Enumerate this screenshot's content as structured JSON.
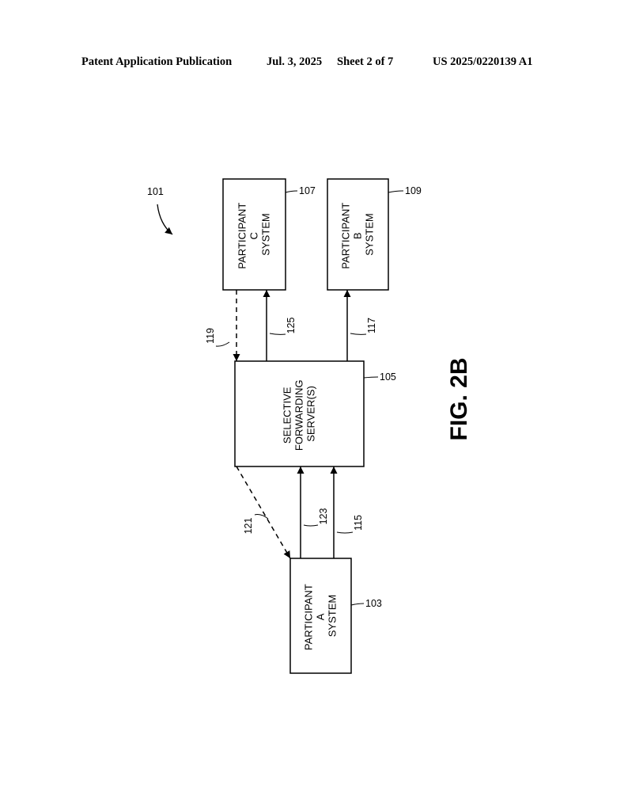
{
  "header": {
    "publication": "Patent Application Publication",
    "date": "Jul. 3, 2025",
    "sheet": "Sheet 2 of 7",
    "number": "US 2025/0220139 A1"
  },
  "diagram": {
    "figure_label": "FIG. 2B",
    "overall_ref": "101",
    "boxes": {
      "participant_c": {
        "lines": [
          "PARTICIPANT",
          "C",
          "SYSTEM"
        ],
        "ref": "107"
      },
      "participant_b": {
        "lines": [
          "PARTICIPANT",
          "B",
          "SYSTEM"
        ],
        "ref": "109"
      },
      "server": {
        "lines": [
          "SELECTIVE",
          "FORWARDING",
          "SERVER(S)"
        ],
        "ref": "105"
      },
      "participant_a": {
        "lines": [
          "PARTICIPANT",
          "A",
          "SYSTEM"
        ],
        "ref": "103"
      }
    },
    "connections": {
      "c_to_server_dashed": "119",
      "server_to_c": "125",
      "server_to_b": "117",
      "server_to_a_dashed": "121",
      "a_to_server_1": "123",
      "a_to_server_2": "115"
    }
  }
}
